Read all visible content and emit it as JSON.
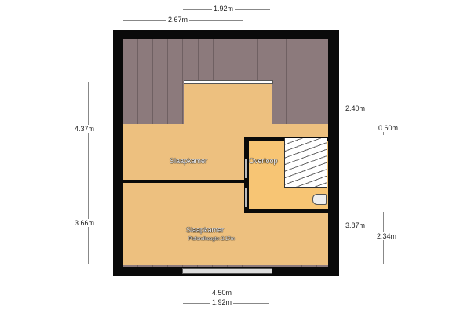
{
  "rooms": {
    "bedroom1": "Slaapkamer",
    "bedroom2": "Slaapkamer",
    "landing": "Overloop",
    "ceiling_height": "Plafondhoogte: 2.17m"
  },
  "dimensions": {
    "top_inner": "1.92m",
    "top_outer": "2.67m",
    "left_upper": "4.37m",
    "left_lower": "3.66m",
    "right_upper": "2.40m",
    "right_small": "0.60m",
    "right_lower": "3.87m",
    "right_lower_inner": "2.34m",
    "bottom_outer": "4.50m",
    "bottom_inner": "1.92m"
  },
  "colors": {
    "wall": "#0a0a0a",
    "floor": "#edc07f",
    "roof": "#8c7a7c",
    "landing": "#f7c574"
  }
}
